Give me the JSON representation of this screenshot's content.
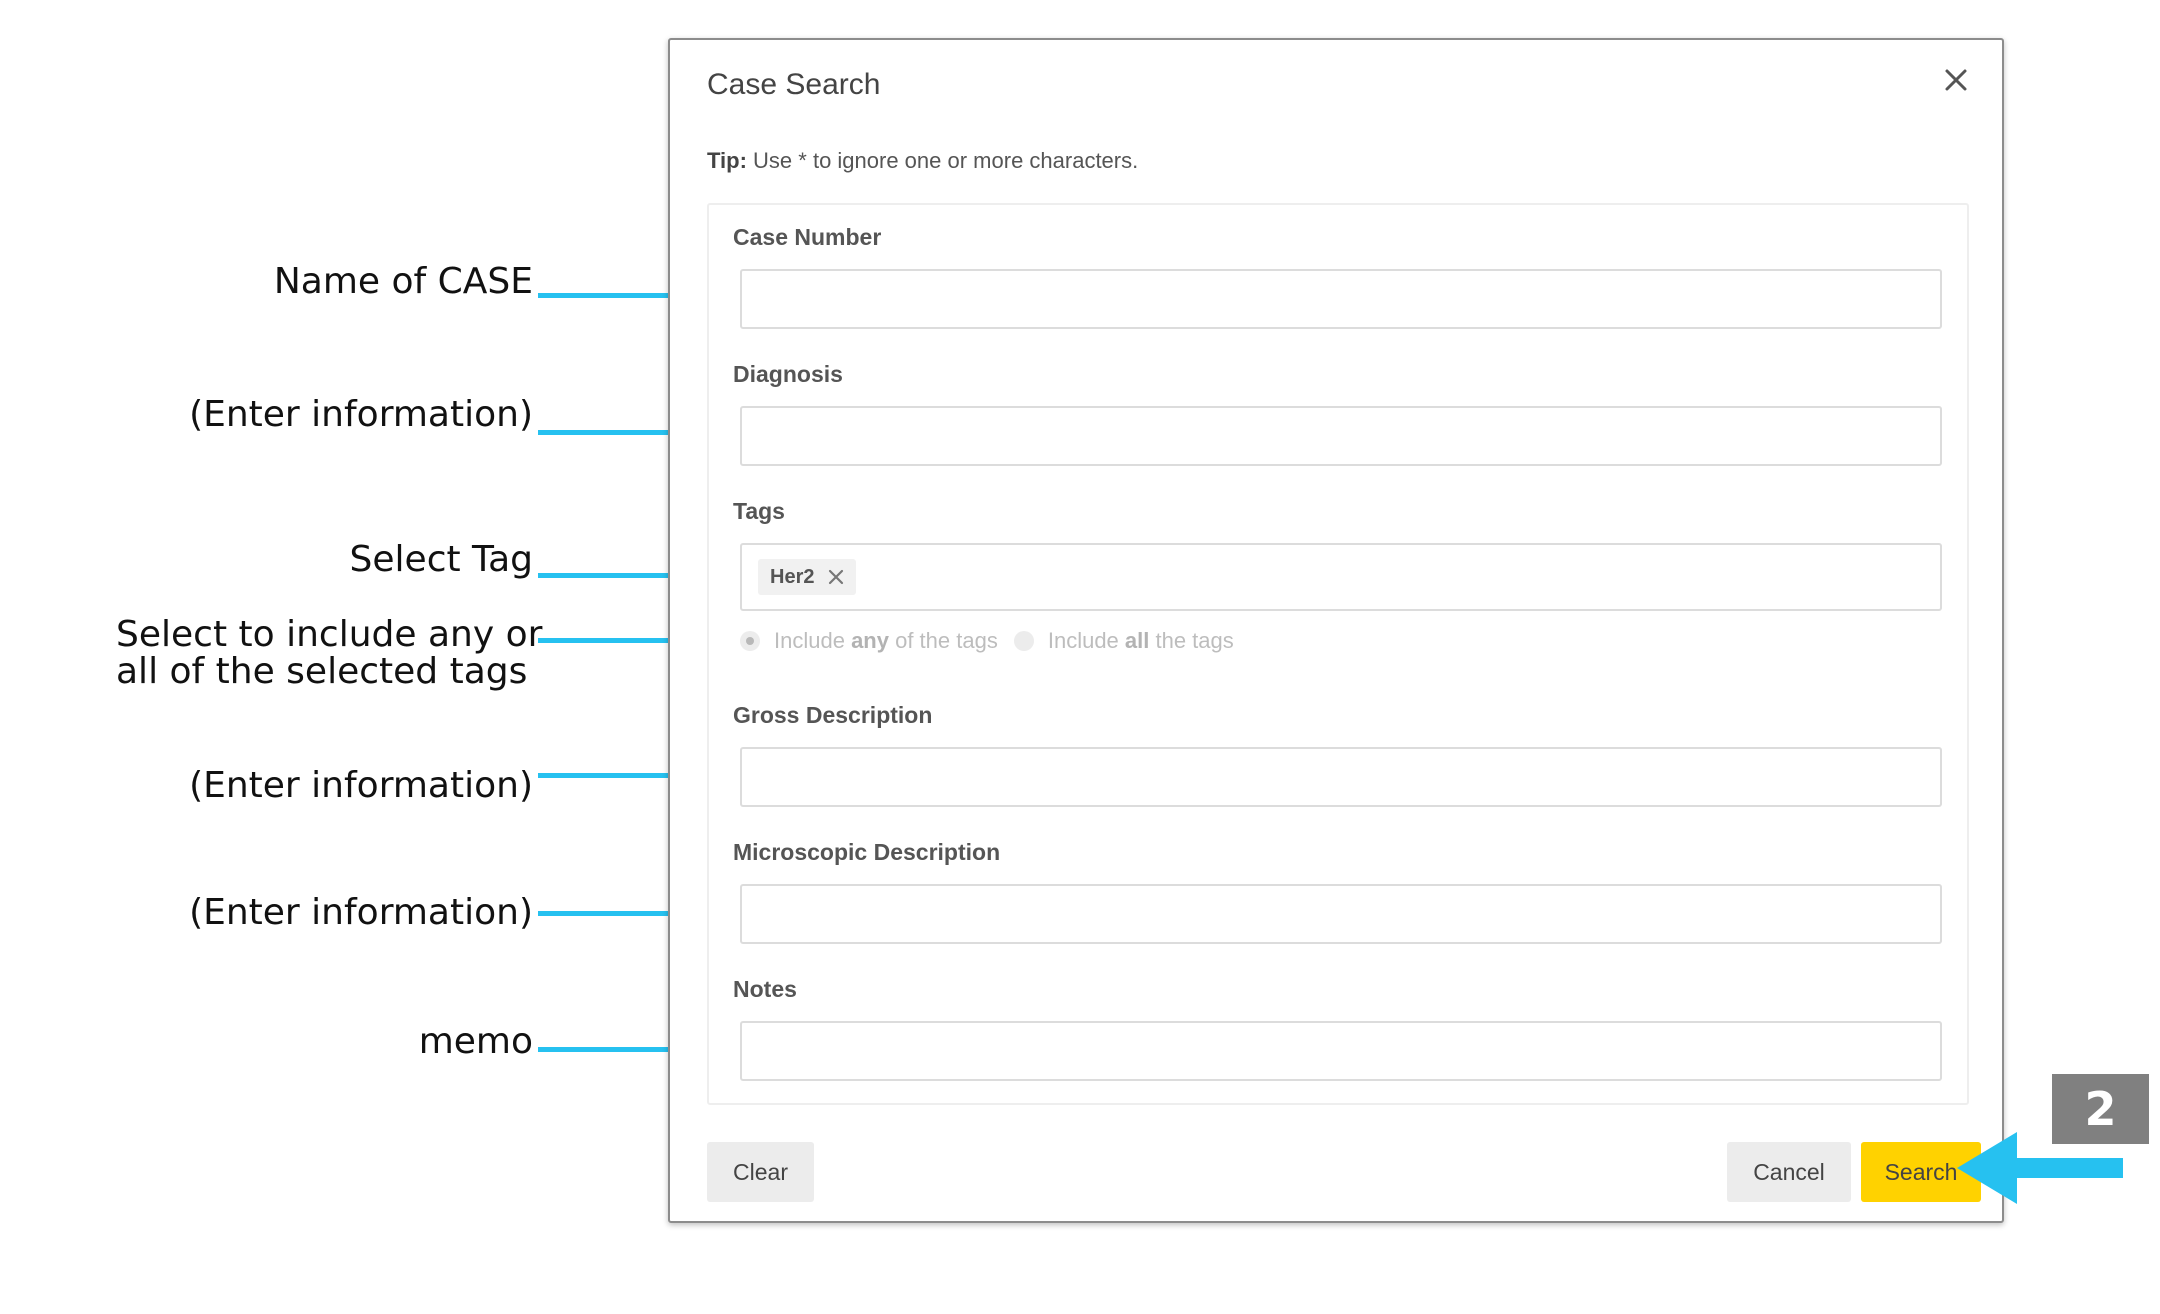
{
  "annotations": {
    "case_number": "Name of CASE",
    "diagnosis": "(Enter information)",
    "tags": "Select Tag",
    "tag_mode_line1": "Select to include any or",
    "tag_mode_line2": "all of the selected tags",
    "gross": "(Enter information)",
    "microscopic": "(Enter information)",
    "notes": "memo"
  },
  "dialog": {
    "title": "Case Search",
    "tip_prefix": "Tip:",
    "tip_text": "Use * to ignore one or more characters.",
    "fields": {
      "case_number_label": "Case Number",
      "case_number_value": "",
      "diagnosis_label": "Diagnosis",
      "diagnosis_value": "",
      "tags_label": "Tags",
      "gross_label": "Gross Description",
      "gross_value": "",
      "microscopic_label": "Microscopic Description",
      "microscopic_value": "",
      "notes_label": "Notes",
      "notes_value": ""
    },
    "tags": [
      {
        "label": "Her2"
      }
    ],
    "tag_mode": {
      "selected": "any",
      "any_pre": "Include ",
      "any_bold": "any",
      "any_post": " of the tags",
      "all_pre": "Include ",
      "all_bold": "all",
      "all_post": " the tags"
    },
    "buttons": {
      "clear": "Clear",
      "cancel": "Cancel",
      "search": "Search"
    }
  },
  "step": {
    "number": "2"
  },
  "colors": {
    "accent": "#26c1f0",
    "search_button": "#ffd200",
    "badge": "#808080"
  },
  "icons": {
    "close": "close-icon",
    "tag_remove": "x-icon",
    "pointer": "arrow-left-icon"
  }
}
